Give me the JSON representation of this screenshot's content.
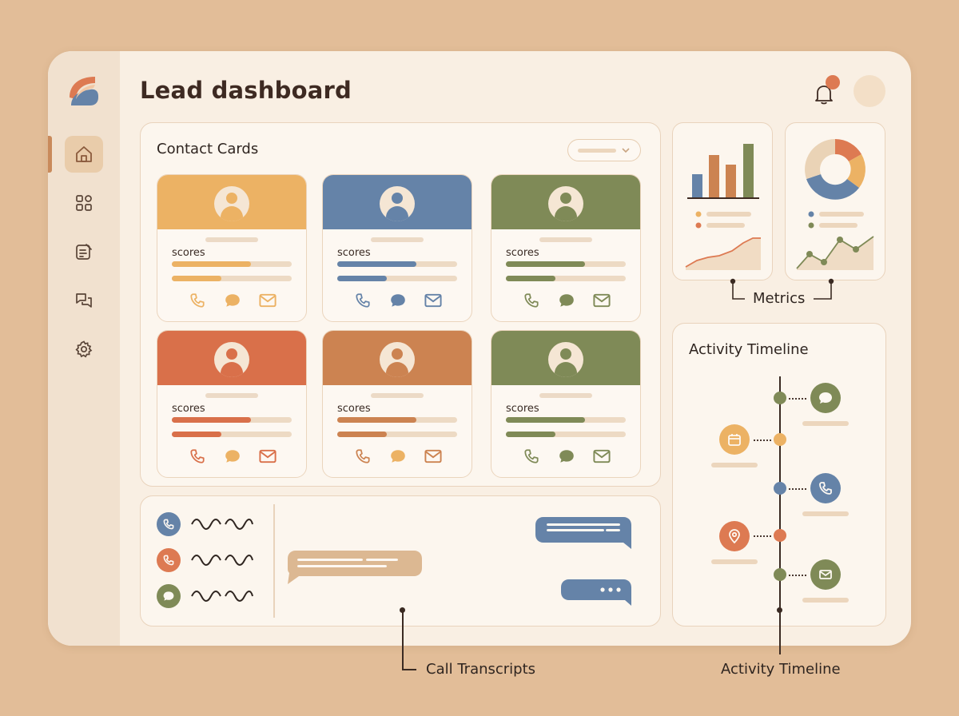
{
  "header": {
    "title": "Lead dashboard"
  },
  "sidebar": {
    "items": [
      "home-icon",
      "grid-icon",
      "notes-icon",
      "chat-icon",
      "gear-icon"
    ],
    "active_index": 0
  },
  "contacts": {
    "title": "Contact Cards",
    "cards": [
      {
        "color": "#ecb264",
        "label": "scores",
        "score_a": 0.66,
        "score_b": 0.41
      },
      {
        "color": "#6583a8",
        "label": "scores",
        "score_a": 0.66,
        "score_b": 0.41
      },
      {
        "color": "#7f8a57",
        "label": "scores",
        "score_a": 0.66,
        "score_b": 0.41
      },
      {
        "color": "#d9704a",
        "label": "scores",
        "score_a": 0.66,
        "score_b": 0.41
      },
      {
        "color": "#cc8351",
        "label": "scores",
        "score_a": 0.66,
        "score_b": 0.41
      },
      {
        "color": "#7f8a57",
        "label": "scores",
        "score_a": 0.66,
        "score_b": 0.41
      }
    ]
  },
  "metrics": {
    "label": "Metrics"
  },
  "activity": {
    "title": "Activity Timeline"
  },
  "annotations": {
    "call_transcripts": "Call Transcripts",
    "activity_timeline": "Activity Timeline"
  },
  "colors": {
    "accent_orange": "#dd7a52",
    "blue": "#6583a8",
    "olive": "#7f8a57",
    "yellow": "#ecb264",
    "tan": "#dcb892"
  }
}
